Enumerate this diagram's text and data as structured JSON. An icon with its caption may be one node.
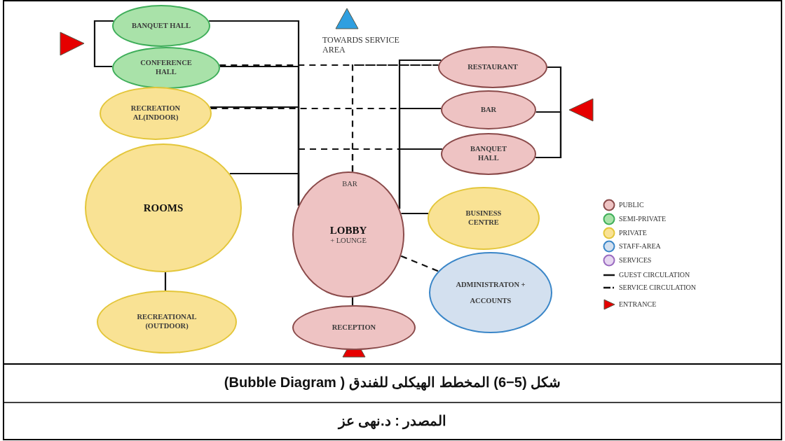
{
  "diagram": {
    "caption": "شكل (5−6) المخطط الهيكلى للفندق ( Bubble Diagram)",
    "nodes": [
      {
        "text": [
          "BANQUET HALL"
        ]
      },
      {
        "text": [
          "CONFERENCE HALL"
        ]
      },
      {
        "text": [
          "RECREATION AL(INDOOR)"
        ]
      },
      {
        "text": [
          "ROOMS"
        ]
      },
      {
        "text": [
          "RECREATIONAL (OUTDOOR)"
        ]
      },
      {
        "text": [
          "RESTAURANT"
        ]
      },
      {
        "text": [
          "BAR"
        ]
      },
      {
        "text": [
          "BANQUET HALL"
        ]
      },
      {
        "text": [
          "BAR",
          "LOBBY",
          "+ LOUNGE"
        ]
      },
      {
        "text": [
          "BUSINESS CENTRE"
        ]
      },
      {
        "text": [
          "ADMINISTRATON + ACCOUNTS"
        ]
      },
      {
        "text": [
          "RECEPTION"
        ]
      }
    ],
    "edges": [
      {
        "from": 0,
        "to": 8,
        "arrow": "none"
      },
      {
        "from": 1,
        "to": 8,
        "arrow": "none"
      },
      {
        "from": 2,
        "to": 8,
        "arrow": "none"
      },
      {
        "from": 3,
        "to": 8,
        "arrow": "none"
      },
      {
        "from": 0,
        "to": 1,
        "arrow": "none"
      },
      {
        "from": 3,
        "to": 4,
        "arrow": "none"
      },
      {
        "from": 5,
        "to": 8,
        "arrow": "none"
      },
      {
        "from": 6,
        "to": 8,
        "arrow": "none"
      },
      {
        "from": 7,
        "to": 8,
        "arrow": "none"
      },
      {
        "from": 5,
        "to": 7,
        "arrow": "none"
      },
      {
        "from": 6,
        "to": 7,
        "arrow": "none"
      },
      {
        "from": 1,
        "to": 5,
        "arrow": "none",
        "style": "dashed"
      },
      {
        "from": 2,
        "to": 6,
        "arrow": "none",
        "style": "dashed"
      },
      {
        "from": 8,
        "to": 5,
        "arrow": "none",
        "style": "dashed"
      },
      {
        "from": 8,
        "to": 7,
        "arrow": "none",
        "style": "dashed"
      },
      {
        "from": 8,
        "to": 9,
        "arrow": "none"
      },
      {
        "from": 8,
        "to": 10,
        "arrow": "none",
        "style": "dashed"
      },
      {
        "from": 8,
        "to": 11,
        "arrow": "none"
      }
    ],
    "labels": [
      "TOWARDS SERVICE AREA",
      "المصدر : د.نهى عز"
    ],
    "legend": [
      {
        "text": "PUBLIC",
        "color": "#eec3c3"
      },
      {
        "text": "SEMI-PRIVATE",
        "color": "#a9e2a9"
      },
      {
        "text": "PRIVATE",
        "color": "#f9e294"
      },
      {
        "text": "STAFF-AREA",
        "color": "#d3e0ef"
      },
      {
        "text": "SERVICES",
        "color": "#e6d6f0"
      },
      {
        "text": "GUEST CIRCULATION"
      },
      {
        "text": "SERVICE CIRCULATION"
      },
      {
        "text": "ENTRANCE"
      }
    ]
  }
}
